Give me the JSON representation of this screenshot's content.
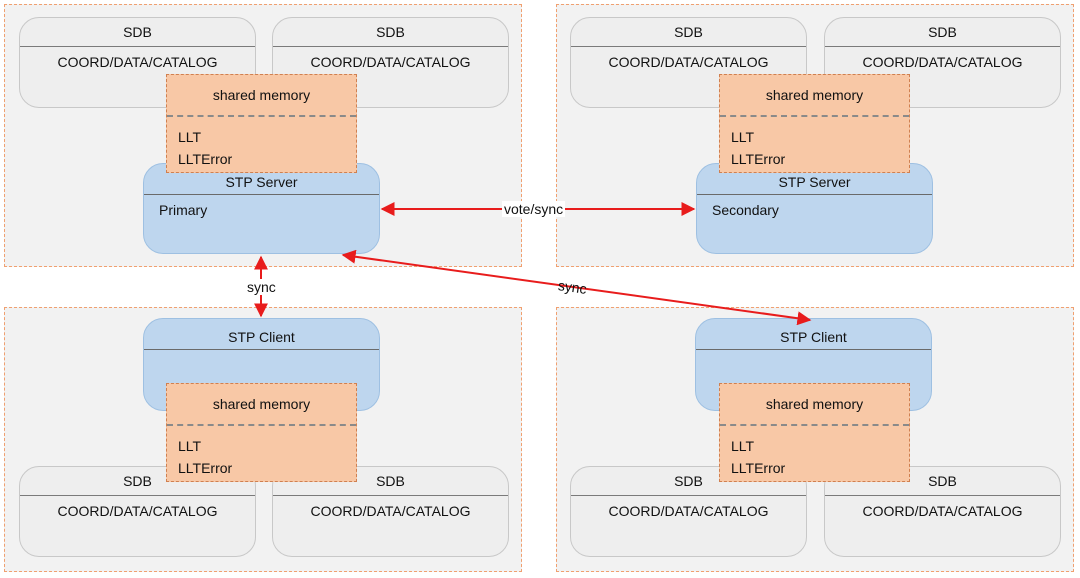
{
  "sdb": {
    "title": "SDB",
    "subtitle": "COORD/DATA/CATALOG"
  },
  "shared_memory": {
    "title": "shared memory",
    "items": [
      "LLT",
      "LLTError"
    ]
  },
  "server": {
    "title": "STP Server",
    "primary": "Primary",
    "secondary": "Secondary"
  },
  "client": {
    "title": "STP Client"
  },
  "links": {
    "vote_sync": "vote/sync",
    "sync_vertical": "sync",
    "sync_diagonal": "sync"
  },
  "colors": {
    "arrow": "#e81c1c",
    "quadrant_border": "#f0a070",
    "server_fill": "#bed6ee",
    "shared_memory_fill": "#f8c8a6",
    "sdb_fill": "#eeeeee"
  }
}
